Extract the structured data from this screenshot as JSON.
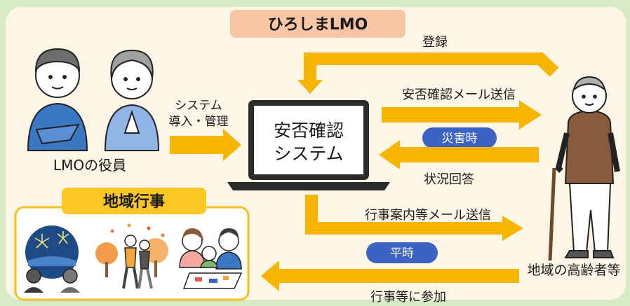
{
  "title": "ひろしまLMO",
  "executives": {
    "label": "LMOの役員"
  },
  "system_arrow": {
    "line1": "システム",
    "line2": "導入・管理"
  },
  "laptop": {
    "line1": "安否確認",
    "line2": "システム"
  },
  "register": {
    "label": "登録"
  },
  "safety_mail": {
    "label": "安否確認メール送信"
  },
  "disaster_badge": {
    "label": "災害時"
  },
  "status_reply": {
    "label": "状況回答"
  },
  "event_mail": {
    "label": "行事案内等メール送信"
  },
  "normal_badge": {
    "label": "平時"
  },
  "participate": {
    "label": "行事等に参加"
  },
  "elderly": {
    "label": "地域の高齢者等"
  },
  "events": {
    "title": "地域行事"
  },
  "colors": {
    "background": "#d6ebc4",
    "panel": "#fdf6e6",
    "arrow": "#f7b500",
    "badge": "#3b63c4",
    "title_tab": "#f6c6a6",
    "events_header": "#fbc724"
  }
}
